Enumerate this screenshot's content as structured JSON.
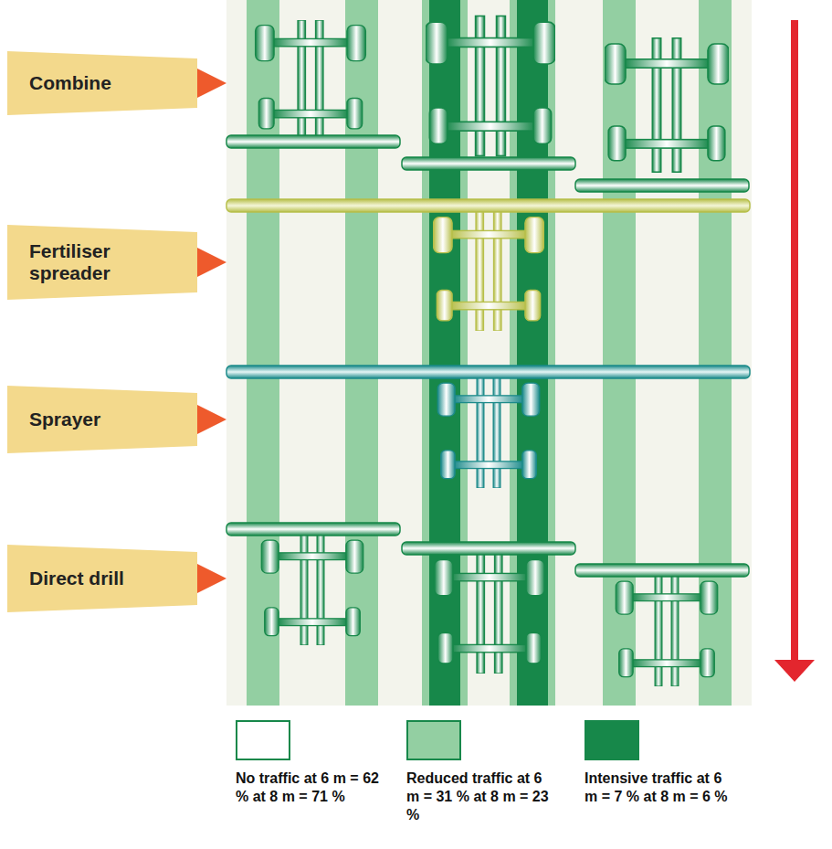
{
  "diagram": {
    "nodes": [
      {
        "text": [
          "Combine"
        ]
      },
      {
        "text": [
          "Fertiliser spreader"
        ]
      },
      {
        "text": [
          "Sprayer"
        ]
      },
      {
        "text": [
          "Direct drill"
        ]
      }
    ],
    "legend": [
      {
        "text": "No traffic at 6 m = 62 % at 8 m = 71 %",
        "color": "#ffffff"
      },
      {
        "text": "Reduced traffic at 6 m = 31 % at 8 m = 23 %",
        "color": "#93cfa2"
      },
      {
        "text": "Intensive traffic at 6 m = 7 % at 8 m = 6 %",
        "color": "#17884a"
      }
    ]
  }
}
